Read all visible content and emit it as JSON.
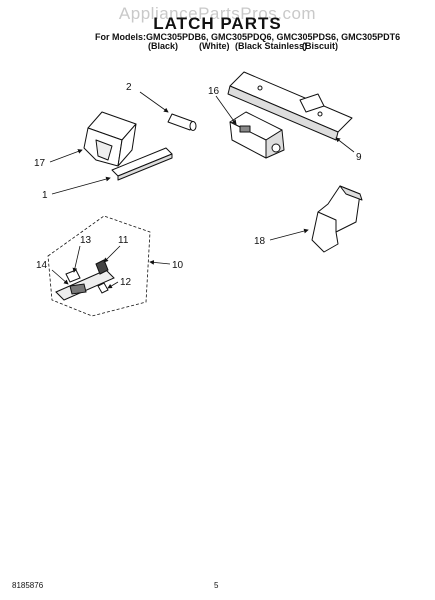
{
  "watermark": "AppliancePartsPros.com",
  "title": "LATCH PARTS",
  "models_line": "For Models:GMC305PDB6, GMC305PDQ6, GMC305PDS6, GMC305PDT6",
  "colors": [
    "(Black)",
    "(White)",
    "(Black Stainless)",
    "(Biscuit)"
  ],
  "callouts": {
    "c1": "1",
    "c2": "2",
    "c9": "9",
    "c10": "10",
    "c11": "11",
    "c12": "12",
    "c13": "13",
    "c14": "14",
    "c16": "16",
    "c17": "17",
    "c18": "18"
  },
  "footer": {
    "doc_number": "8185876",
    "page": "5"
  }
}
